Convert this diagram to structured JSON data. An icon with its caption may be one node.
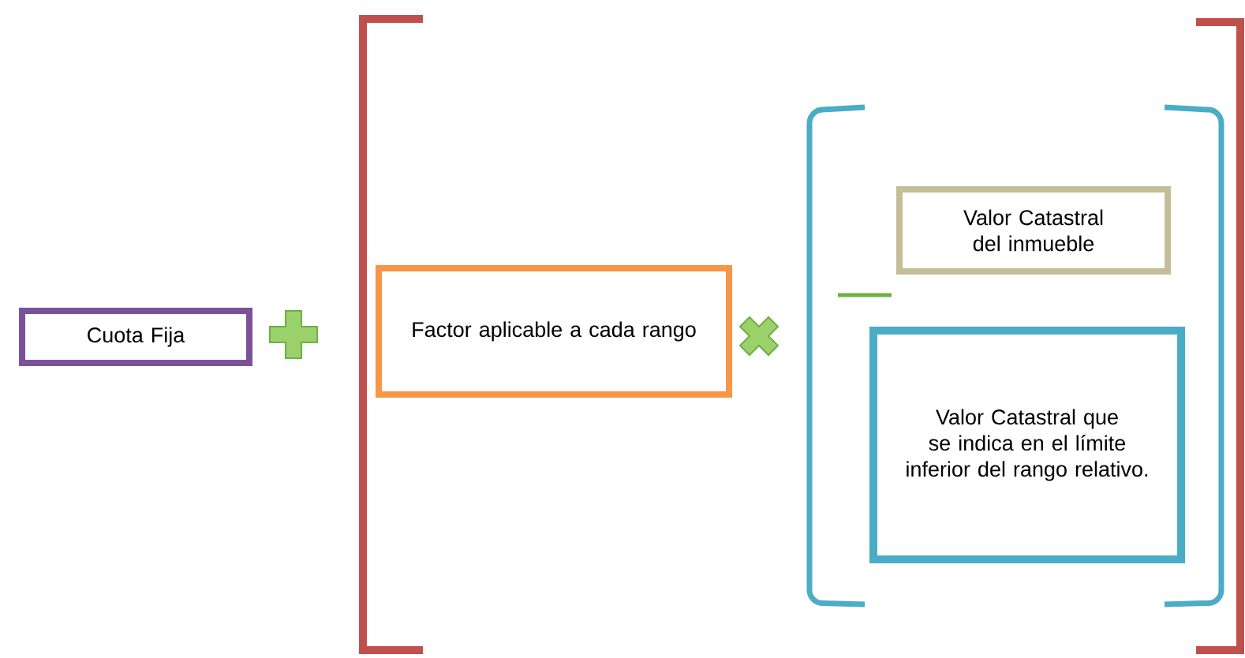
{
  "diagram": {
    "nodes": [
      {
        "text": [
          "Cuota Fija"
        ]
      },
      {
        "text": [
          "Factor aplicable a cada rango"
        ]
      },
      {
        "text": [
          "Valor Catastral del inmueble"
        ]
      },
      {
        "text": [
          "Valor Catastral que se indica en el límite inferior del rango relativo."
        ]
      }
    ]
  }
}
